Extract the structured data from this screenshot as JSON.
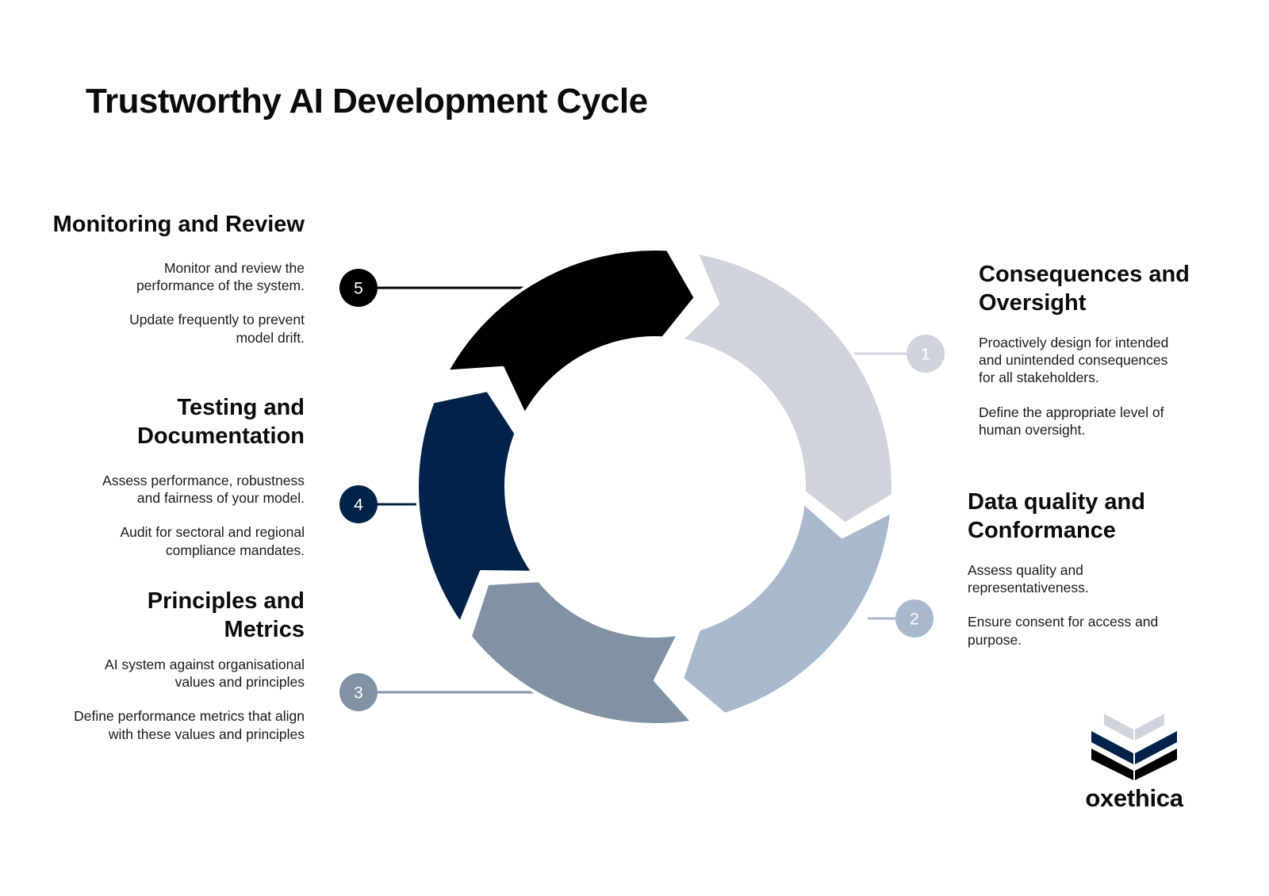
{
  "title": "Trustworthy AI Development Cycle",
  "colors": {
    "step1": "#cfd3dc",
    "step2": "#a8b9cd",
    "step3": "#8192a5",
    "step4": "#012349",
    "step5": "#000000"
  },
  "steps": [
    {
      "number": "1",
      "heading_line1": "Consequences and",
      "heading_line2": "Oversight",
      "text1_line1": "Proactively design for intended",
      "text1_line2": "and unintended consequences",
      "text1_line3": "for all stakeholders.",
      "text2_line1": "Define the appropriate level of",
      "text2_line2": "human oversight."
    },
    {
      "number": "2",
      "heading_line1": "Data quality and",
      "heading_line2": "Conformance",
      "text1_line1": "Assess quality and",
      "text1_line2": "representativeness.",
      "text2_line1": "Ensure consent for access and",
      "text2_line2": "purpose."
    },
    {
      "number": "3",
      "heading_line1": "Principles and",
      "heading_line2": "Metrics",
      "text1_line1": "AI system against organisational",
      "text1_line2": "values and principles",
      "text2_line1": "Define performance metrics that align",
      "text2_line2": "with these values and principles"
    },
    {
      "number": "4",
      "heading_line1": "Testing and",
      "heading_line2": "Documentation",
      "text1_line1": "Assess performance, robustness",
      "text1_line2": "and fairness of your model.",
      "text2_line1": "Audit for sectoral and regional",
      "text2_line2": "compliance mandates."
    },
    {
      "number": "5",
      "heading_line1": "Monitoring and Review",
      "text1_line1": "Monitor and review the",
      "text1_line2": "performance of the system.",
      "text2_line1": "Update frequently to prevent",
      "text2_line2": "model drift."
    }
  ],
  "logo": {
    "wordmark": "oxethica",
    "icon": "stacked-chevrons-icon",
    "colors": [
      "#cfd3dc",
      "#012349",
      "#000000"
    ]
  }
}
